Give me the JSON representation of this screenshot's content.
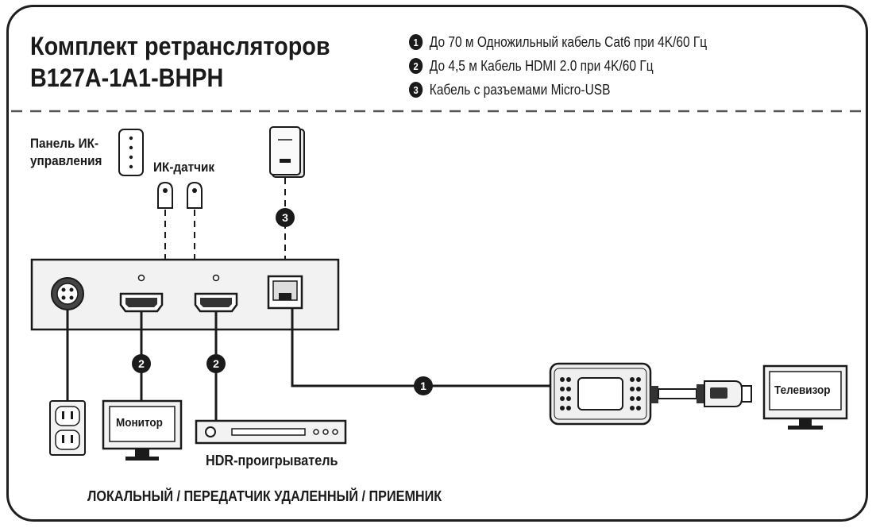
{
  "title": {
    "line1": "Комплект ретрансляторов",
    "line2": "B127A-1A1-BHPH"
  },
  "legend": [
    {
      "num": "1",
      "text": "До 70 м Одножильный кабель Cat6 при 4K/60 Гц"
    },
    {
      "num": "2",
      "text": "До 4,5 м Кабель HDMI 2.0 при 4K/60 Гц"
    },
    {
      "num": "3",
      "text": "Кабель с разъемами Micro-USB"
    }
  ],
  "labels": {
    "ir_panel_line1": "Панель ИК-",
    "ir_panel_line2": "управления",
    "ir_sensor": "ИК-датчик",
    "monitor": "Монитор",
    "tv": "Телевизор",
    "hdr_player": "HDR-проигрыватель",
    "footer": "ЛОКАЛЬНЫЙ / ПЕРЕДАТЧИК УДАЛЕННЫЙ / ПРИЕМНИК"
  },
  "cable_markers": {
    "m1": "1",
    "m2a": "2",
    "m2b": "2",
    "m3": "3"
  },
  "colors": {
    "ink": "#1a1a1a",
    "device_fill": "#f2f2f2",
    "device_dark": "#333333"
  }
}
